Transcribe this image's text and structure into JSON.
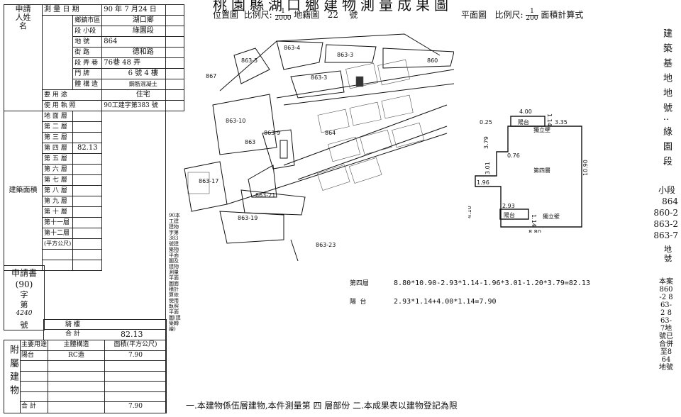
{
  "title_fragment": "桃園縣湖口鄉建物測量成果圖",
  "left_form": {
    "applicant_label": "申請人姓名",
    "date_label": "測 量 日 期",
    "date_value": "90 年 7 月24 日",
    "township_label": "鄉鎮市區",
    "township_value": "湖口鄉",
    "section_label": "段 小段",
    "section_value": "綠園段",
    "lot_label": "地 號",
    "lot_value": "864",
    "street_label": "街 路",
    "street_value": "德和路",
    "lane_label": "段 弄 巷",
    "lane_value": "76巷 48 弄",
    "number_label": "門 牌",
    "number_value": "6 號 4 樓",
    "structure_label": "體 構 造",
    "structure_value": "鋼筋混凝土",
    "use_label": "要 用 途",
    "use_value": "住宅",
    "permit_label": "使 用 執 照",
    "permit_value": "90工建字第383 號",
    "floors": [
      "地 面 層",
      "第 二 層",
      "第 三 層",
      "第 四 層",
      "第 五 層",
      "第 六 層",
      "第 七 層",
      "第 八 層",
      "第 九 層",
      "第 十 層",
      "第十一層",
      "第十二層"
    ],
    "floor4_area": "82.13",
    "area_side": "建築面積",
    "unit_side": "(平方公尺)",
    "app_doc_label": "申請書",
    "app_doc_year": "(90)",
    "app_doc_zi": "字",
    "app_doc_di": "第",
    "app_doc_num": "4240",
    "app_doc_hao": "號",
    "arcade_label": "騎 樓",
    "total_label": "合 計",
    "total_value": "82.13",
    "attach_label": "附屬建物",
    "attach_headers": [
      "主要用途",
      "主體構造",
      "面積(平方公尺)"
    ],
    "attach_rows": [
      [
        "陽台",
        "RC造",
        "7.90"
      ]
    ],
    "attach_total_label": "合 計",
    "attach_total_value": "7.90",
    "side_note": "90本工建建物字第383號建築物平面圖及建物測量平面圖面積計算依使用執照平面圖(建築轉繪)"
  },
  "map": {
    "header_location": "位置圖",
    "header_scale": "比例尺:",
    "scale_num": "1",
    "scale_den": "2000",
    "header_sheet": "地籍圖",
    "sheet_no": "22",
    "sheet_hao": "號",
    "lots": [
      "863-4",
      "863-3",
      "860",
      "863-5",
      "863-3",
      "867",
      "863-10",
      "863-9",
      "864",
      "863",
      "863-17",
      "863-21",
      "863-19",
      "863-23"
    ]
  },
  "plan": {
    "header_plan": "平面圖",
    "header_scale": "比例尺:",
    "scale_num": "1",
    "scale_den": "200",
    "header_calc": "面積計算式",
    "dims": [
      "4.00",
      "0.25",
      "1.14",
      "3.35",
      "3.79",
      "0.76",
      "3.01",
      "1.96",
      "10.90",
      "4.10",
      "2.93",
      "1.14",
      "8.80"
    ],
    "room_floor": "第四層",
    "balcony": "陽台",
    "wall": "獨立壁",
    "calc_floor_label": "第四層",
    "calc_floor_formula": "8.80*10.90-2.93*1.14-1.96*3.01-1.20*3.79=82.13",
    "calc_balcony_label": "陽 台",
    "calc_balcony_formula": "2.93*1.14+4.00*1.14=7.90"
  },
  "right_side": {
    "lot_heading": "建築基地地號:綠園段",
    "small_section": "小段",
    "lots": [
      "864",
      "860-2",
      "863-2",
      "863-7"
    ],
    "lot_suffix": "地號",
    "note": "本案860-2 863-2 863-7地號已合併至864地號"
  },
  "footer": {
    "note": "一.本建物係伍層建物,本件測量第 四 層部份 二.本成果表以建物登記為限"
  }
}
